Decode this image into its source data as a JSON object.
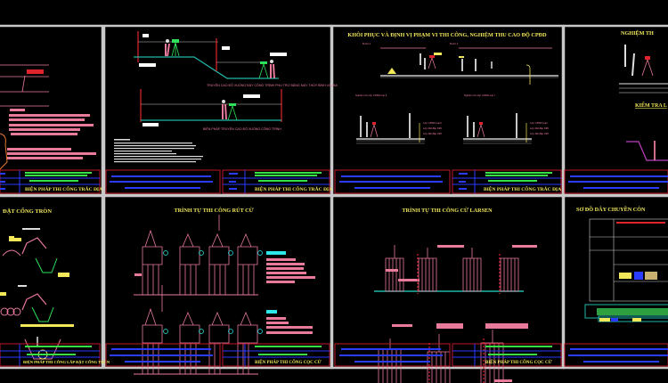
{
  "colors": {
    "background": "#000000",
    "frame": "#c8c8c8",
    "title_yellow": "#f2e85a",
    "block_border": "#c0182a",
    "block_text_blue": "#2a3cff",
    "block_text_green": "#36e046",
    "annotation_pink": "#e87a9a",
    "ground_cyan": "#1fb8a8",
    "instrument_green": "#2ee05a",
    "marker_red": "#e0242c"
  },
  "sheets": {
    "r1c1": {
      "title_block": {
        "title": "BIỆN PHÁP THI CÔNG TRẮC ĐỊA"
      }
    },
    "r1c2": {
      "caption_1": "TRUYỀN CAO ĐỘ XUỐNG ĐÁY CÔNG TRÌNH PHỤ TRỢ BẰNG MÁY THỦY BÌNH VÀ MIA",
      "caption_2": "BIỆN PHÁP TRUYỀN CAO ĐỘ XUỐNG CÔNG TRÌNH",
      "title_block": {
        "title": "BIỆN PHÁP THI CÔNG TRẮC ĐỊA"
      }
    },
    "r1c3": {
      "title": "KHÔI PHỤC VÀ ĐỊNH VỊ PHẠM VI THI CÔNG, NGHIỆM THU CAO ĐỘ CPĐD",
      "step_1": "Bước 1",
      "step_2": "Bước 2",
      "sub_1": "Nghiệm thu lớp CPĐD loại II",
      "sub_2": "Nghiệm thu lớp CPĐD loại I",
      "layers_left": [
        "Lớp CPĐD loại II",
        "Lớp đất đắp K95",
        "Lớp đất đắp K95"
      ],
      "layers_right": [
        "Lớp CPĐD loại I",
        "Lớp đất đắp K95",
        "Lớp đất đắp K95"
      ],
      "title_block": {
        "title": "BIỆN PHÁP THI CÔNG TRẮC ĐỊA"
      }
    },
    "r1c4": {
      "title": "NGHIỆM TH",
      "subtitle": "KIỂM TRA L"
    },
    "r2c1": {
      "title": "ĐẶT CỐNG TRÒN",
      "title_block": {
        "title": "BIỆN PHÁP THI CÔNG LẮP ĐẶT CỐNG TRÒN"
      }
    },
    "r2c2": {
      "title": "TRÌNH TỰ THI CÔNG RÚT CỪ",
      "title_block": {
        "title": "BIỆN PHÁP THI CÔNG CỌC CỪ"
      }
    },
    "r2c3": {
      "title": "TRÌNH TỰ THI CÔNG CỪ LARSEN",
      "title_block": {
        "title": "BIỆN PHÁP THI CÔNG CỌC CỪ"
      }
    },
    "r2c4": {
      "title": "SƠ ĐỒ DÂY CHUYỀN CÔN"
    }
  }
}
